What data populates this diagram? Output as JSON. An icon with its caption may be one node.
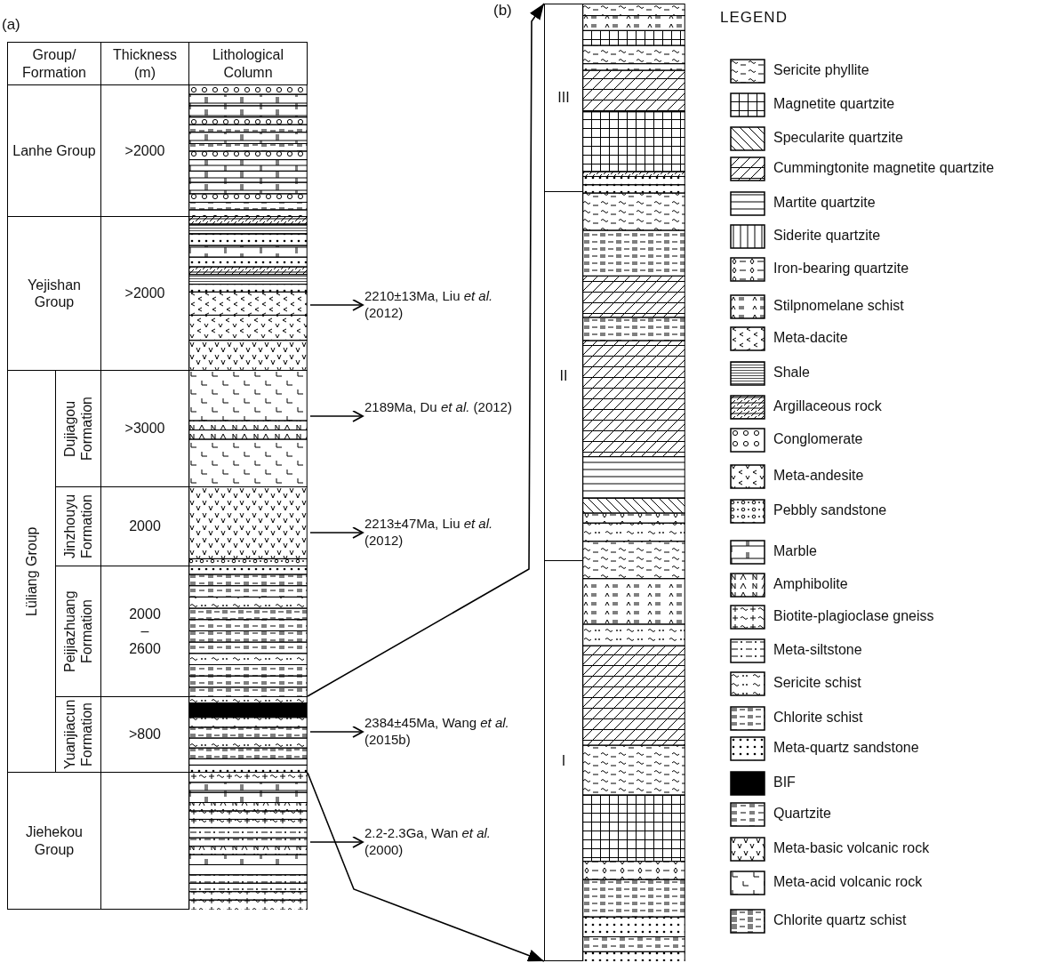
{
  "diagram": {
    "nodes": [
      {
        "text": [
          "Lanhe Group"
        ]
      },
      {
        "text": [
          "Yejishan Group"
        ]
      },
      {
        "text": [
          "Lüliang Group"
        ]
      },
      {
        "text": [
          "Dujiagou Formation"
        ]
      },
      {
        "text": [
          "Jinzhouyu Formation"
        ]
      },
      {
        "text": [
          "Peijiazhuang Formation"
        ]
      },
      {
        "text": [
          "Yuanjiacun Formation"
        ]
      },
      {
        "text": [
          "Jiehekou Group"
        ]
      },
      {
        "text": [],
        "shape": "box"
      },
      {
        "text": [],
        "shape": "box"
      },
      {
        "text": [],
        "shape": "box"
      },
      {
        "text": [],
        "shape": "box"
      },
      {
        "text": [],
        "shape": "box"
      },
      {
        "text": [],
        "shape": "box"
      },
      {
        "text": [],
        "shape": "box"
      },
      {
        "text": [
          "2210±13Ma, Liu *et al.* (2012)"
        ]
      },
      {
        "text": [
          "2189Ma, Du *et al.* (2012)"
        ]
      },
      {
        "text": [
          "2213±47Ma, Liu *et al.* (2012)"
        ]
      },
      {
        "text": [
          "2384±45Ma, Wang *et al.* (2015b)"
        ]
      },
      {
        "text": [
          "2.2-2.3Ga, Wan *et al.* (2000)"
        ]
      },
      {
        "text": [
          "III"
        ]
      },
      {
        "text": [
          "II"
        ]
      },
      {
        "text": [
          "I"
        ]
      },
      {
        "text": [
          ">2000"
        ]
      },
      {
        "text": [
          ">2000"
        ]
      },
      {
        "text": [
          ">3000"
        ]
      },
      {
        "text": [
          "2000"
        ]
      },
      {
        "text": [
          "2000 – 2600"
        ]
      },
      {
        "text": [
          ">800"
        ]
      },
      {
        "text": [],
        "shape": "box"
      }
    ],
    "edges": [
      {
        "from": 9,
        "to": 15,
        "arrow": "to"
      },
      {
        "from": 10,
        "to": 16,
        "arrow": "to"
      },
      {
        "from": 11,
        "to": 17,
        "arrow": "to"
      },
      {
        "from": 13,
        "to": 18,
        "arrow": "to"
      },
      {
        "from": 14,
        "to": 19,
        "arrow": "to"
      },
      {
        "from": 13,
        "to": 20,
        "arrow": "to"
      },
      {
        "from": 13,
        "to": 22,
        "arrow": "to"
      }
    ],
    "labels": [
      "(a)",
      "Group/ Formation",
      "Thickness (m)",
      "Lithological Column",
      "(b)",
      "LEGEND"
    ],
    "legend": [
      {
        "text": "Sericite phyllite"
      },
      {
        "text": "Magnetite quartzite"
      },
      {
        "text": "Specularite quartzite"
      },
      {
        "text": "Cummingtonite magnetite quartzite"
      },
      {
        "text": "Martite quartzite"
      },
      {
        "text": "Siderite quartzite"
      },
      {
        "text": "Iron-bearing quartzite"
      },
      {
        "text": "Stilpnomelane schist"
      },
      {
        "text": "Meta-dacite"
      },
      {
        "text": "Shale"
      },
      {
        "text": "Argillaceous rock"
      },
      {
        "text": "Conglomerate"
      },
      {
        "text": "Meta-andesite"
      },
      {
        "text": "Pebbly sandstone"
      },
      {
        "text": "Marble"
      },
      {
        "text": "Amphibolite"
      },
      {
        "text": "Biotite-plagioclase gneiss"
      },
      {
        "text": "Meta-siltstone"
      },
      {
        "text": "Sericite schist"
      },
      {
        "text": "Chlorite schist"
      },
      {
        "text": "Meta-quartz sandstone"
      },
      {
        "text": "BIF",
        "color": "#000000"
      },
      {
        "text": "Quartzite"
      },
      {
        "text": "Meta-basic volcanic rock"
      },
      {
        "text": "Meta-acid volcanic rock"
      },
      {
        "text": "Chlorite quartz schist"
      }
    ]
  }
}
